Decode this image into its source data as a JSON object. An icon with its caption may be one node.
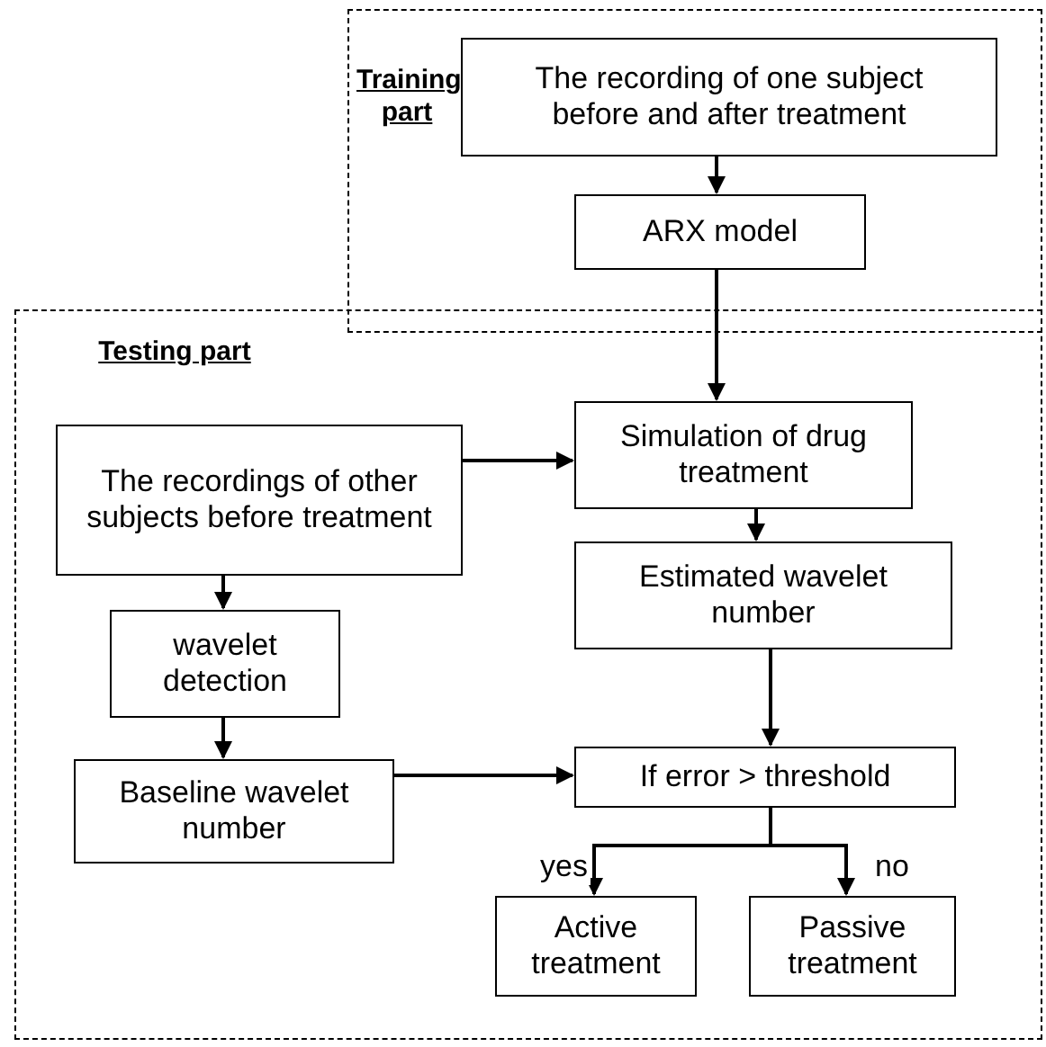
{
  "diagram": {
    "nodes": [
      {
        "text": [
          "Training part"
        ]
      },
      {
        "text": [
          "The recording of one subject before and after treatment"
        ],
        "in": 0
      },
      {
        "text": [
          "ARX model"
        ],
        "in": 0
      },
      {
        "text": [
          "Testing part"
        ]
      },
      {
        "text": [
          "The recordings of other subjects before treatment"
        ],
        "in": 3
      },
      {
        "text": [
          "Simulation of drug treatment"
        ],
        "in": 3
      },
      {
        "text": [
          "wavelet detection"
        ],
        "in": 3
      },
      {
        "text": [
          "Estimated wavelet number"
        ],
        "in": 3
      },
      {
        "text": [
          "Baseline wavelet number"
        ],
        "in": 3
      },
      {
        "text": [
          "If error > threshold"
        ],
        "in": 3
      },
      {
        "text": [
          "Active treatment"
        ],
        "in": 3
      },
      {
        "text": [
          "Passive treatment"
        ],
        "in": 3
      }
    ],
    "edges": [
      {
        "from": 1,
        "to": 2,
        "arrow": "to"
      },
      {
        "from": 2,
        "to": 5,
        "arrow": "to"
      },
      {
        "from": 4,
        "to": 5,
        "arrow": "to"
      },
      {
        "from": 5,
        "to": 7,
        "arrow": "to"
      },
      {
        "from": 4,
        "to": 6,
        "arrow": "to"
      },
      {
        "from": 6,
        "to": 8,
        "arrow": "to"
      },
      {
        "from": 7,
        "to": 9,
        "arrow": "to"
      },
      {
        "from": 8,
        "to": 9,
        "arrow": "to"
      },
      {
        "from": 9,
        "to": 10,
        "label": "yes",
        "arrow": "to"
      },
      {
        "from": 9,
        "to": 11,
        "label": "no",
        "arrow": "to"
      }
    ]
  }
}
